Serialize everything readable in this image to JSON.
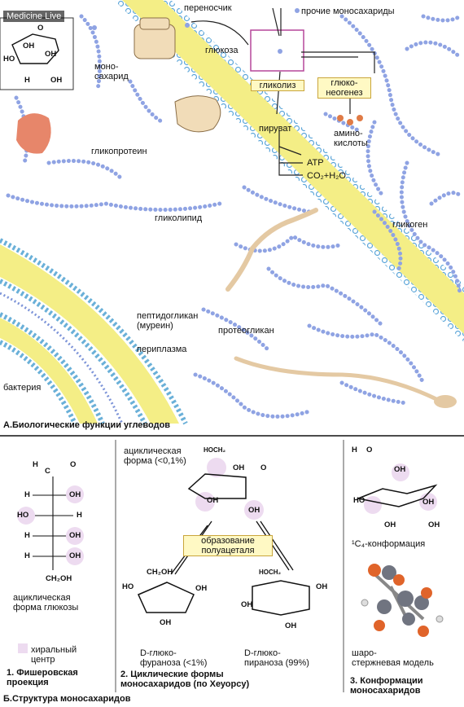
{
  "watermark": "Medicine Live",
  "top": {
    "transporter": "переносчик",
    "other_monosaccharides": "прочие моносахариды",
    "glucose": "глюкоза",
    "monosaccharide": "моно-\nсахарид",
    "glycolysis": "гликолиз",
    "gluconeogenesis": "глюко-\nнеогенез",
    "pyruvate": "пируват",
    "amino_acids": "амино-\nкислоты",
    "atp": "ATP",
    "co2h2o": "CO₂+H₂O",
    "glycoprotein": "гликопротеин",
    "glycolipid": "гликолипид",
    "glycogen": "гликоген",
    "peptidoglycan": "пептидогликан\n(муреин)",
    "periplasm": "периплазма",
    "proteoglycan": "протеогликан",
    "bacterium": "бактерия",
    "caption": "А.Биологические функции углеводов"
  },
  "bottom": {
    "p1_form": "ациклическая\nформа глюкозы",
    "p1_chiral": "хиральный\nцентр",
    "p1_caption": "1. Фишеровская\nпроекция",
    "p2_acyclic": "ациклическая\nформа (<0,1%)",
    "p2_hemiacetal": "образование\nполуацеталя",
    "p2_furanose": "D-глюко-\nфураноза (<1%)",
    "p2_pyranose": "D-глюко-\nпираноза (99%)",
    "p2_caption": "2. Циклические формы\nмоносахаридов (по Хеуорсу)",
    "p3_conformation": "¹C₄-конформация",
    "p3_model": "шаро-\nстержневая модель",
    "p3_caption": "3. Конформации\nмоносахаридов",
    "caption": "Б.Структура моносахаридов"
  },
  "chem": {
    "H": "H",
    "OH": "OH",
    "O": "O",
    "C": "C",
    "HO": "HO",
    "CH2OH": "CH₂OH",
    "HOCH2": "HOCH₂"
  },
  "colors": {
    "membrane": "#f2ec8a",
    "bead": "#8fa3e3",
    "accent": "#d36a86",
    "box": "#fff9c4"
  }
}
